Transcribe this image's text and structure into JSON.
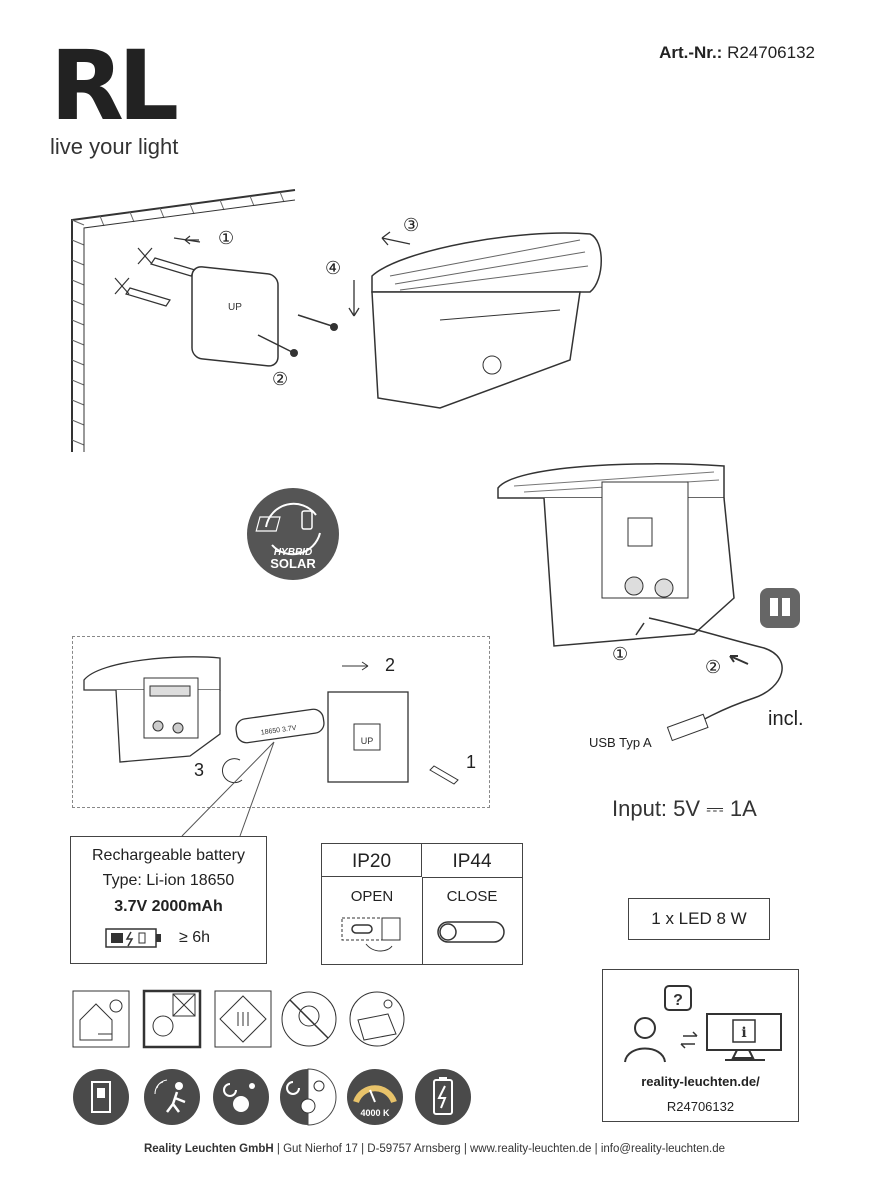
{
  "header": {
    "logo": "RL",
    "tagline": "live your light",
    "art_label": "Art.-Nr.:",
    "art_number": "R24706132"
  },
  "mounting_steps": [
    "①",
    "②",
    "③",
    "④"
  ],
  "mounting_plate_label": "UP",
  "hybrid_badge": {
    "line1": "HYBRID",
    "line2": "SOLAR"
  },
  "charging": {
    "step1": "①",
    "step2": "②",
    "incl": "incl.",
    "usb": "USB Typ A",
    "input": "Input: 5V ⎓ 1A"
  },
  "battery_steps": {
    "s1": "1",
    "s2": "2",
    "s3": "3",
    "cell_label": "18650 3.7V",
    "plate_label": "UP"
  },
  "battery_info": {
    "title": "Rechargeable battery",
    "type": "Type: Li-ion 18650",
    "spec": "3.7V 2000mAh",
    "charge_time": "≥ 6h"
  },
  "ip_table": {
    "col1": "IP20",
    "col2": "IP44",
    "col1_sub": "OPEN",
    "col2_sub": "CLOSE"
  },
  "led": "1 x LED 8 W",
  "color_temp": "4000 K",
  "info": {
    "url": "reality-leuchten.de/",
    "art": "R24706132"
  },
  "footer": {
    "company": "Reality Leuchten GmbH",
    "address": "Gut Nierhof 17",
    "city": "D-59757 Arnsberg",
    "web": "www.reality-leuchten.de",
    "email": "info@reality-leuchten.de"
  }
}
